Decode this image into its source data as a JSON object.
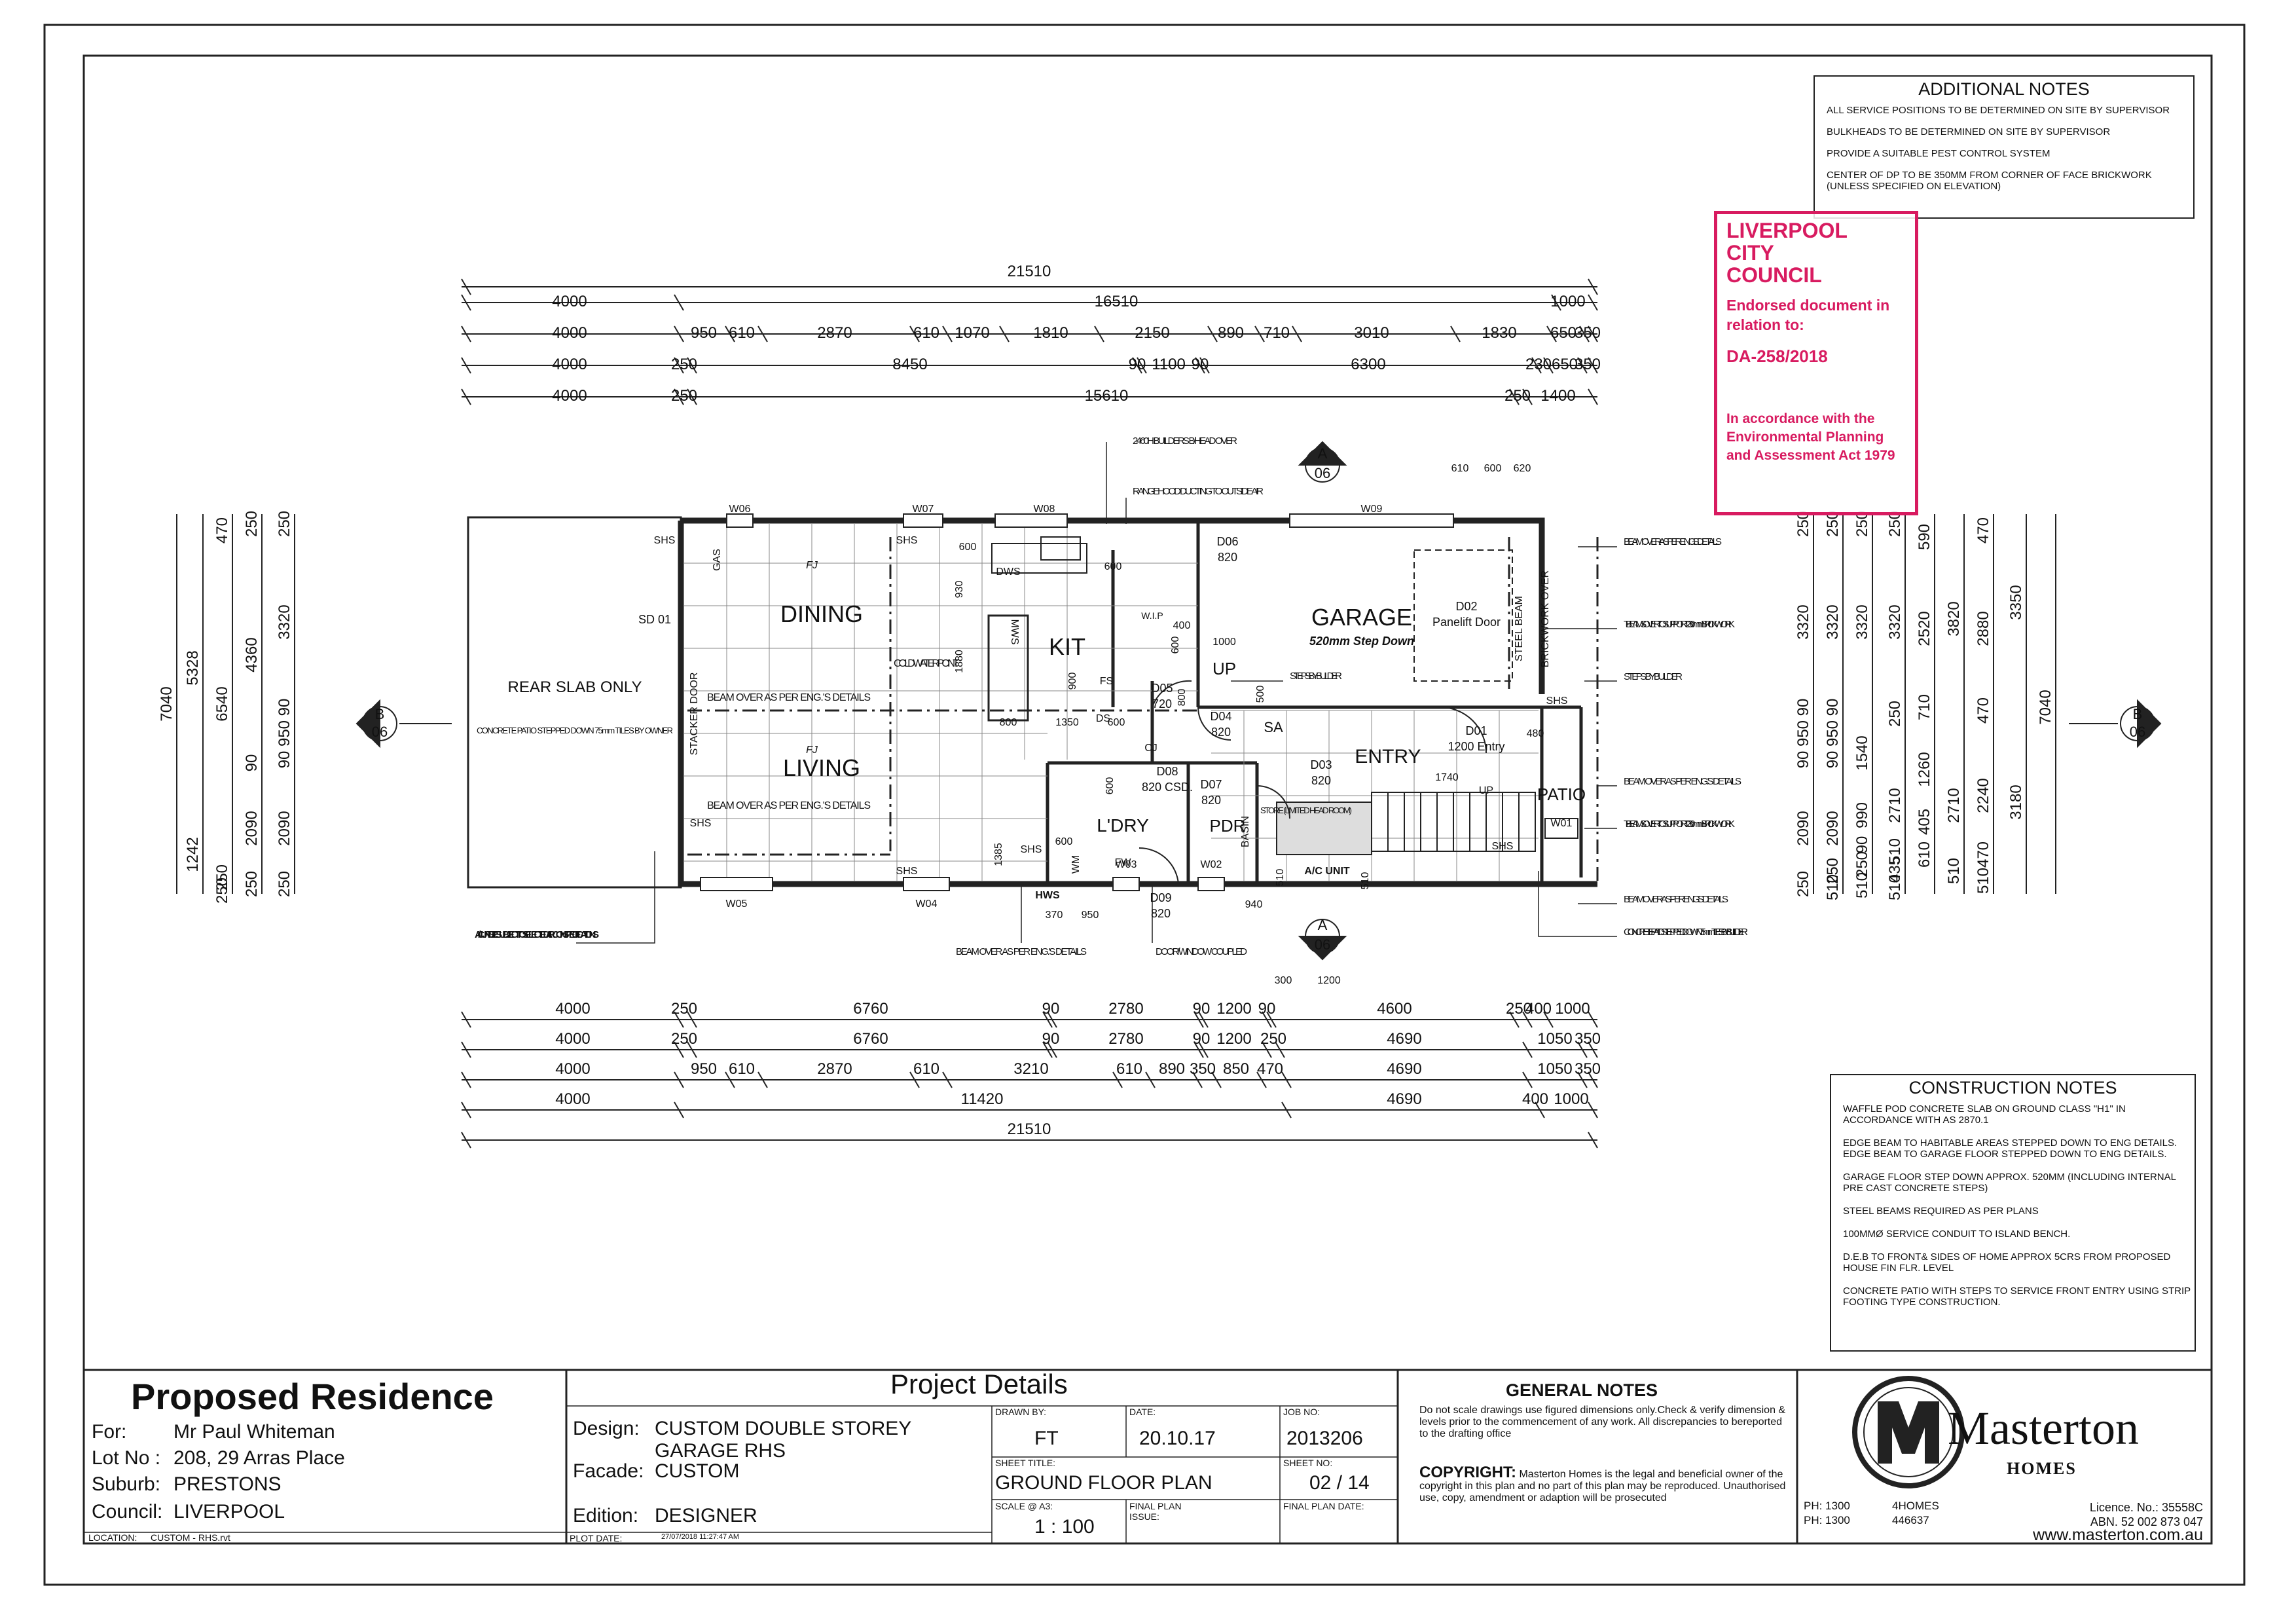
{
  "additional_notes": {
    "title": "ADDITIONAL NOTES",
    "items": [
      "ALL SERVICE POSITIONS TO BE DETERMINED ON SITE BY SUPERVISOR",
      "BULKHEADS TO BE DETERMINED ON SITE BY SUPERVISOR",
      "PROVIDE A SUITABLE PEST CONTROL SYSTEM",
      "CENTER OF DP TO BE 350mm FROM CORNER OF FACE BRICKWORK (UNLESS SPECIFIED ON ELEVATION)"
    ]
  },
  "council_stamp": {
    "line1": "LIVERPOOL",
    "line2": "CITY",
    "line3": "COUNCIL",
    "endorsed": "Endorsed document in relation to:",
    "da_number": "DA-258/2018",
    "accordance": "In accordance with the Environmental Planning and Assessment Act 1979",
    "color": "#d81b60"
  },
  "dimensions": {
    "top": {
      "row0": [
        "21510"
      ],
      "row1": [
        "4000",
        "16510",
        "1000"
      ],
      "row2": [
        "4000",
        "950",
        "610",
        "2870",
        "610",
        "1070",
        "1810",
        "2150",
        "890",
        "710",
        "3010",
        "1830",
        "650",
        "350"
      ],
      "row3": [
        "4000",
        "250",
        "8450",
        "90",
        "1100",
        "90",
        "6300",
        "230",
        "650",
        "350"
      ],
      "row4": [
        "4000",
        "250",
        "15610",
        "250",
        "1400"
      ]
    },
    "bottom": {
      "row1": [
        "4000",
        "250",
        "6760",
        "90",
        "2780",
        "90",
        "1200",
        "90",
        "4600",
        "250",
        "400",
        "1000"
      ],
      "row2": [
        "4000",
        "250",
        "6760",
        "90",
        "2780",
        "90",
        "1200",
        "250",
        "4690",
        "1050",
        "350"
      ],
      "row3": [
        "4000",
        "950",
        "610",
        "2870",
        "610",
        "3210",
        "610",
        "890",
        "350",
        "850",
        "470",
        "4690",
        "1050",
        "350"
      ],
      "row4": [
        "4000",
        "11420",
        "4690",
        "400",
        "1000"
      ],
      "total": "21510"
    },
    "left": {
      "col1": [
        "7040"
      ],
      "col2": [
        "5328",
        "1242"
      ],
      "col3": [
        "470",
        "6540",
        "250",
        "250"
      ],
      "col4": [
        "250",
        "4360",
        "90",
        "2090",
        "250"
      ],
      "col5": [
        "250",
        "3320",
        "90",
        "950",
        "90",
        "2090",
        "250"
      ]
    },
    "right": {
      "col1": [
        "250",
        "3320",
        "90",
        "950",
        "90",
        "2090",
        "250"
      ],
      "col2": [
        "250",
        "3320",
        "90",
        "950",
        "90",
        "2090",
        "250",
        "510"
      ],
      "col3": [
        "250",
        "3320",
        "1540",
        "990",
        "90",
        "250",
        "510"
      ],
      "col4": [
        "250",
        "3320",
        "250",
        "2710",
        "510",
        "435",
        "510"
      ],
      "col5": [
        "590",
        "2520",
        "710",
        "1260",
        "405",
        "610"
      ],
      "col6": [
        "3820",
        "2710",
        "510"
      ],
      "col7": [
        "470",
        "2880",
        "470",
        "2240",
        "470",
        "510"
      ],
      "col8": [
        "3350",
        "3180"
      ],
      "col9": [
        "7040"
      ]
    }
  },
  "plan": {
    "rooms": {
      "dining": "DINING",
      "kit": "KIT",
      "living": "LIVING",
      "garage": "GARAGE",
      "garage_step": "520mm Step Down",
      "entry": "ENTRY",
      "ldry": "L'DRY",
      "pdr": "PDR",
      "patio": "PATIO",
      "wip": "W.I.P",
      "store": "STORE (LIMITED HEAD ROOM)",
      "rear_slab": "REAR SLAB ONLY",
      "rear_slab_note": "CONCRETE PATIO STEPPED DOWN 75mm TILES BY OWNER"
    },
    "windows": [
      "W06",
      "W07",
      "W08",
      "W09",
      "W05",
      "W04",
      "W03",
      "W02",
      "W01"
    ],
    "doors": {
      "sd01": "SD 01",
      "stacker": "STACKER DOOR",
      "d01": "D01",
      "d01_size": "1200 Entry",
      "d02": "D02",
      "d02_type": "Panelift Door",
      "d03": "D03",
      "d03_size": "820",
      "d04": "D04",
      "d04_size": "820",
      "d05": "D05",
      "d05_size": "720",
      "d06": "D06",
      "d06_size": "820",
      "d07": "D07",
      "d07_size": "820",
      "d08": "D08",
      "d08_size": "820 CSD.",
      "d09": "D09",
      "d09_size": "820"
    },
    "labels": {
      "gas": "GAS",
      "shs": "SHS",
      "fj": "FJ",
      "dws": "DWS",
      "mws": "MWS",
      "fs": "FS",
      "cj": "CJ",
      "ds": "DS",
      "up": "UP",
      "sa": "SA",
      "basin": "BASIN",
      "wm": "WM",
      "fw": "FW",
      "hws": "HWS",
      "steel_beam": "STEEL BEAM",
      "brickwork_over": "BRICKWORK OVER",
      "cold_water": "COLD WATER POINT",
      "ac_unit": "A/C UNIT",
      "beam_over_1": "BEAM OVER AS PER ENG.'S DETAILS",
      "beam_over_2": "BEAM OVER AS PER ENG.'S DETAILS"
    },
    "plan_dims": [
      "600",
      "930",
      "1880",
      "600",
      "400",
      "1000",
      "800",
      "1350",
      "600",
      "900",
      "600",
      "500",
      "800",
      "1740",
      "480",
      "1385",
      "600",
      "370",
      "950",
      "940",
      "600",
      "510",
      "510",
      "610",
      "600",
      "620",
      "300",
      "1200"
    ],
    "callouts": {
      "builders_head": "2460H BUILDERS B/HEAD OVER",
      "rangehood": "RANGEHOOD DUCTING TO OUTSIDE AIR",
      "beam_over_right": "BEAM OVER AS PER ENG.'S DETAILS",
      "tbeams_1": "T-BEAMS OVER TO SUPPORT 230mm BRICKWORK",
      "steps_builder_1": "STEPS BY BUILDER",
      "steps_builder_2": "STEPS BY BUILDER",
      "beam_over_right2": "BEAM OVER AS PER ENG.'S DETAILS",
      "tbeams_2": "T-BEAMS OVER TO SUPPORT 230mm BRICKWORK",
      "beam_over_right3": "BEAM OVER AS PER ENG.'S DETAILS",
      "patio_note": "CONCRETE PATIO STEPPED DOWN 75mm TILES BY BUILDER",
      "beam_over_bottom": "BEAM OVER AS PER ENG.'S DETAILS",
      "door_window": "DOOR/WINDOW COUPLED",
      "ac_note": "A/C UNIT SIZE SUBJECT TO SELECTED AIRCON SPECIFICATIONS"
    },
    "section_marks": {
      "a_top": "A",
      "a_top_sheet": "06",
      "a_bottom": "A",
      "a_bottom_sheet": "06",
      "b_left": "B",
      "b_left_sheet": "06",
      "b_right": "B",
      "b_right_sheet": "06"
    }
  },
  "construction_notes": {
    "title": "CONSTRUCTION NOTES",
    "items": [
      "WAFFLE POD CONCRETE SLAB ON GROUND CLASS \"H1\" IN ACCORDANCE WITH AS 2870.1",
      "EDGE BEAM TO HABITABLE AREAS STEPPED DOWN TO ENG DETAILS. EDGE BEAM TO GARAGE FLOOR STEPPED DOWN TO ENG DETAILS.",
      "GARAGE FLOOR STEP DOWN APPROX. 520mm (INCLUDING INTERNAL PRE CAST CONCRETE STEPS)",
      "STEEL BEAMS REQUIRED AS PER PLANS",
      "100mmØ SERVICE CONDUIT TO ISLAND BENCH.",
      "D.E.B TO FRONT& SIDES OF HOME APPROX 5CRS FROM PROPOSED HOUSE FIN FLR. LEVEL",
      "CONCRETE PATIO WITH STEPS TO SERVICE FRONT ENTRY USING STRIP FOOTING TYPE CONSTRUCTION."
    ]
  },
  "title_block": {
    "proposed": "Proposed Residence",
    "for_label": "For:",
    "for_value": "Mr Paul Whiteman",
    "lot_label": "Lot No :",
    "lot_value": "208, 29 Arras Place",
    "suburb_label": "Suburb:",
    "suburb_value": "PRESTONS",
    "council_label": "Council:",
    "council_value": "LIVERPOOL",
    "location_label": "LOCATION:",
    "location_value": "CUSTOM - RHS.rvt",
    "project_details": "Project Details",
    "design_label": "Design:",
    "design_value": "CUSTOM DOUBLE STOREY GARAGE RHS",
    "facade_label": "Facade:",
    "facade_value": "CUSTOM",
    "edition_label": "Edition:",
    "edition_value": "DESIGNER",
    "plot_label": "PLOT DATE:",
    "plot_value": "27/07/2018 11:27:47 AM",
    "drawn_label": "DRAWN BY:",
    "drawn_value": "FT",
    "date_label": "DATE:",
    "date_value": "20.10.17",
    "job_label": "JOB NO:",
    "job_value": "2013206",
    "sheet_title_label": "SHEET TITLE:",
    "sheet_title_value": "GROUND FLOOR PLAN",
    "sheet_no_label": "SHEET NO:",
    "sheet_no_value": "02 / 14",
    "scale_label": "SCALE @ A3:",
    "scale_value": "1 : 100",
    "final_issue_label": "FINAL PLAN ISSUE:",
    "final_date_label": "FINAL PLAN DATE:",
    "general_notes_title": "GENERAL NOTES",
    "general_notes_text": "Do not scale drawings use figured dimensions only.Check & verify dimension & levels prior to the commencement of any work. All discrepancies to bereported to the drafting office",
    "copyright_label": "COPYRIGHT:",
    "copyright_text": "Masterton Homes is the legal and beneficial owner of the copyright in this plan and no part of this plan may be reproduced. Unauthorised use, copy, amendment or adaption will be prosecuted",
    "brand_name": "Masterton",
    "brand_sub": "HOMES",
    "ph1_label": "PH: 1300",
    "ph1_value": "4HOMES",
    "ph2_label": "PH: 1300",
    "ph2_value": "446637",
    "licence": "Licence. No.: 35558C",
    "abn": "ABN. 52 002 873 047",
    "website": "www.masterton.com.au"
  }
}
